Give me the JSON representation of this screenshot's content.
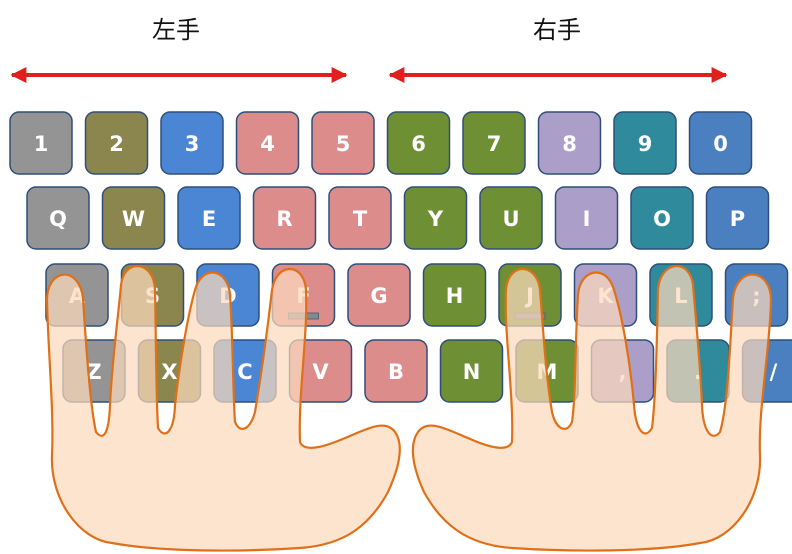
{
  "labels": {
    "left_hand": "左手",
    "right_hand": "右手"
  },
  "colors": {
    "pinky_left": "#949494",
    "ring_left": "#8b864e",
    "middle_left": "#4a86d4",
    "index_left": "#dd8c8c",
    "index_right": "#6f8f35",
    "middle_right": "#ab9ec9",
    "ring_right": "#2f8a9c",
    "pinky_right": "#4a7fc0",
    "arrow": "#e0201c",
    "hand_fill": "#fbd9bd",
    "hand_stroke": "#e07018",
    "home_bar": "#7f8a95"
  },
  "rows": [
    {
      "keys": [
        {
          "label": "1",
          "finger": "pinky_left"
        },
        {
          "label": "2",
          "finger": "ring_left"
        },
        {
          "label": "3",
          "finger": "middle_left"
        },
        {
          "label": "4",
          "finger": "index_left"
        },
        {
          "label": "5",
          "finger": "index_left"
        },
        {
          "label": "6",
          "finger": "index_right"
        },
        {
          "label": "7",
          "finger": "index_right"
        },
        {
          "label": "8",
          "finger": "middle_right"
        },
        {
          "label": "9",
          "finger": "ring_right"
        },
        {
          "label": "0",
          "finger": "pinky_right"
        }
      ]
    },
    {
      "keys": [
        {
          "label": "Q",
          "finger": "pinky_left"
        },
        {
          "label": "W",
          "finger": "ring_left"
        },
        {
          "label": "E",
          "finger": "middle_left"
        },
        {
          "label": "R",
          "finger": "index_left"
        },
        {
          "label": "T",
          "finger": "index_left"
        },
        {
          "label": "Y",
          "finger": "index_right"
        },
        {
          "label": "U",
          "finger": "index_right"
        },
        {
          "label": "I",
          "finger": "middle_right"
        },
        {
          "label": "O",
          "finger": "ring_right"
        },
        {
          "label": "P",
          "finger": "pinky_right"
        }
      ]
    },
    {
      "keys": [
        {
          "label": "A",
          "finger": "pinky_left"
        },
        {
          "label": "S",
          "finger": "ring_left"
        },
        {
          "label": "D",
          "finger": "middle_left"
        },
        {
          "label": "F",
          "finger": "index_left",
          "home": true
        },
        {
          "label": "G",
          "finger": "index_left"
        },
        {
          "label": "H",
          "finger": "index_right"
        },
        {
          "label": "J",
          "finger": "index_right",
          "home": true
        },
        {
          "label": "K",
          "finger": "middle_right"
        },
        {
          "label": "L",
          "finger": "ring_right"
        },
        {
          "label": ";",
          "finger": "pinky_right"
        }
      ]
    },
    {
      "keys": [
        {
          "label": "Z",
          "finger": "pinky_left"
        },
        {
          "label": "X",
          "finger": "ring_left"
        },
        {
          "label": "C",
          "finger": "middle_left"
        },
        {
          "label": "V",
          "finger": "index_left"
        },
        {
          "label": "B",
          "finger": "index_left"
        },
        {
          "label": "N",
          "finger": "index_right"
        },
        {
          "label": "M",
          "finger": "index_right"
        },
        {
          "label": ",",
          "finger": "middle_right"
        },
        {
          "label": ".",
          "finger": "ring_right"
        },
        {
          "label": "/",
          "finger": "pinky_right"
        }
      ]
    }
  ]
}
